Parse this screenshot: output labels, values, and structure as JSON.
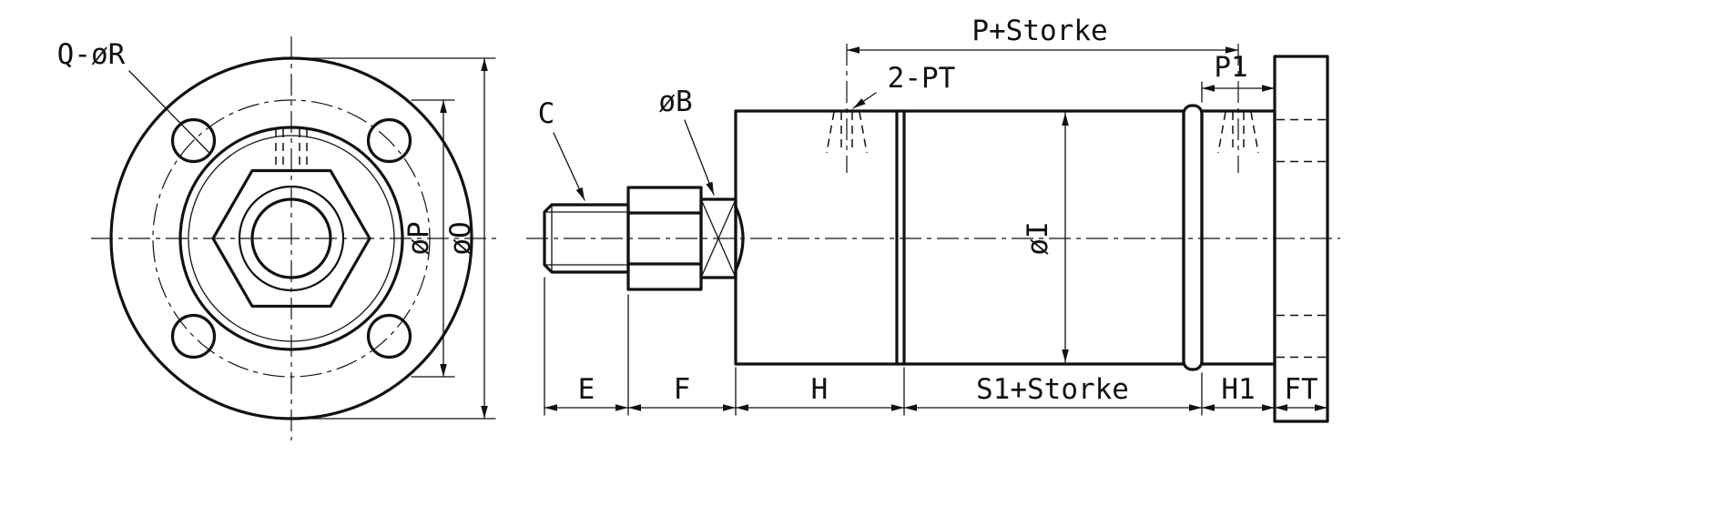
{
  "drawing": {
    "background": "#ffffff",
    "line_color": "#111111",
    "front_view": {
      "bolt_pattern_label": "Q-øR",
      "bolt_circle_dia": "øP",
      "outer_dia": "øO"
    },
    "side_view": {
      "rod_thread_label": "C",
      "wrench_flats_label": "øB",
      "ports_label": "2-PT",
      "port_span_dim": "P+Storke",
      "p1_dim": "P1",
      "bore_dia": "øI",
      "dim_e": "E",
      "dim_f": "F",
      "dim_h": "H",
      "dim_s1": "S1+Storke",
      "dim_h1": "H1",
      "dim_ft": "FT"
    }
  }
}
